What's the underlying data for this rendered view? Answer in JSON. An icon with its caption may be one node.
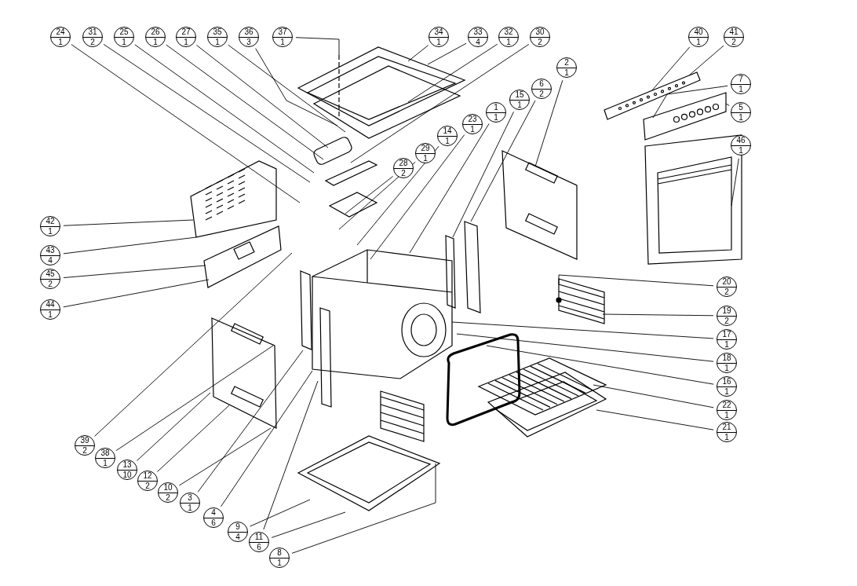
{
  "diagram": {
    "nodes": [
      {
        "text": [
          "24",
          "1"
        ]
      },
      {
        "text": [
          "31",
          "2"
        ]
      },
      {
        "text": [
          "25",
          "1"
        ]
      },
      {
        "text": [
          "26",
          "1"
        ]
      },
      {
        "text": [
          "27",
          "1"
        ]
      },
      {
        "text": [
          "35",
          "1"
        ]
      },
      {
        "text": [
          "36",
          "3"
        ]
      },
      {
        "text": [
          "37",
          "1"
        ]
      },
      {
        "text": [
          "34",
          "1"
        ]
      },
      {
        "text": [
          "33",
          "4"
        ]
      },
      {
        "text": [
          "32",
          "1"
        ]
      },
      {
        "text": [
          "30",
          "2"
        ]
      },
      {
        "text": [
          "40",
          "1"
        ]
      },
      {
        "text": [
          "41",
          "2"
        ]
      },
      {
        "text": [
          "2",
          "1"
        ]
      },
      {
        "text": [
          "7",
          "1"
        ]
      },
      {
        "text": [
          "6",
          "2"
        ]
      },
      {
        "text": [
          "15",
          "1"
        ]
      },
      {
        "text": [
          "1",
          "1"
        ]
      },
      {
        "text": [
          "5",
          "1"
        ]
      },
      {
        "text": [
          "23",
          "1"
        ]
      },
      {
        "text": [
          "14",
          "1"
        ]
      },
      {
        "text": [
          "46",
          "1"
        ]
      },
      {
        "text": [
          "29",
          "1"
        ]
      },
      {
        "text": [
          "28",
          "2"
        ]
      },
      {
        "text": [
          "42",
          "1"
        ]
      },
      {
        "text": [
          "43",
          "4"
        ]
      },
      {
        "text": [
          "45",
          "2"
        ]
      },
      {
        "text": [
          "20",
          "2"
        ]
      },
      {
        "text": [
          "44",
          "1"
        ]
      },
      {
        "text": [
          "19",
          "2"
        ]
      },
      {
        "text": [
          "17",
          "1"
        ]
      },
      {
        "text": [
          "18",
          "1"
        ]
      },
      {
        "text": [
          "16",
          "1"
        ]
      },
      {
        "text": [
          "22",
          "1"
        ]
      },
      {
        "text": [
          "21",
          "1"
        ]
      },
      {
        "text": [
          "39",
          "2"
        ]
      },
      {
        "text": [
          "38",
          "1"
        ]
      },
      {
        "text": [
          "13",
          "10"
        ]
      },
      {
        "text": [
          "12",
          "2"
        ]
      },
      {
        "text": [
          "10",
          "2"
        ]
      },
      {
        "text": [
          "3",
          "1"
        ]
      },
      {
        "text": [
          "4",
          "6"
        ]
      },
      {
        "text": [
          "9",
          "4"
        ]
      },
      {
        "text": [
          "11",
          "6"
        ]
      },
      {
        "text": [
          "8",
          "1"
        ]
      }
    ],
    "edges": [
      {
        "from": 0,
        "to": null,
        "arrow": "none"
      },
      {
        "from": 1,
        "to": null,
        "arrow": "none"
      },
      {
        "from": 2,
        "to": null,
        "arrow": "none"
      },
      {
        "from": 3,
        "to": null,
        "arrow": "none"
      },
      {
        "from": 4,
        "to": null,
        "arrow": "none"
      },
      {
        "from": 5,
        "to": null,
        "arrow": "none"
      },
      {
        "from": 6,
        "to": null,
        "arrow": "none"
      },
      {
        "from": 7,
        "to": null,
        "arrow": "none"
      },
      {
        "from": 8,
        "to": null,
        "arrow": "none"
      },
      {
        "from": 9,
        "to": null,
        "arrow": "none"
      },
      {
        "from": 10,
        "to": null,
        "arrow": "none"
      },
      {
        "from": 11,
        "to": null,
        "arrow": "none"
      },
      {
        "from": 12,
        "to": null,
        "arrow": "none"
      },
      {
        "from": 13,
        "to": null,
        "arrow": "none"
      },
      {
        "from": 14,
        "to": null,
        "arrow": "none"
      },
      {
        "from": 15,
        "to": null,
        "arrow": "none"
      },
      {
        "from": 16,
        "to": null,
        "arrow": "none"
      },
      {
        "from": 17,
        "to": null,
        "arrow": "none"
      },
      {
        "from": 18,
        "to": null,
        "arrow": "none"
      },
      {
        "from": 19,
        "to": null,
        "arrow": "none"
      },
      {
        "from": 20,
        "to": null,
        "arrow": "none"
      },
      {
        "from": 21,
        "to": null,
        "arrow": "none"
      },
      {
        "from": 22,
        "to": null,
        "arrow": "none"
      },
      {
        "from": 23,
        "to": null,
        "arrow": "none"
      },
      {
        "from": 24,
        "to": null,
        "arrow": "none"
      },
      {
        "from": 25,
        "to": null,
        "arrow": "none"
      },
      {
        "from": 26,
        "to": null,
        "arrow": "none"
      },
      {
        "from": 27,
        "to": null,
        "arrow": "none"
      },
      {
        "from": 28,
        "to": null,
        "arrow": "none"
      },
      {
        "from": 29,
        "to": null,
        "arrow": "none"
      },
      {
        "from": 30,
        "to": null,
        "arrow": "none"
      },
      {
        "from": 31,
        "to": null,
        "arrow": "none"
      },
      {
        "from": 32,
        "to": null,
        "arrow": "none"
      },
      {
        "from": 33,
        "to": null,
        "arrow": "none"
      },
      {
        "from": 34,
        "to": null,
        "arrow": "none"
      },
      {
        "from": 35,
        "to": null,
        "arrow": "none"
      },
      {
        "from": 36,
        "to": null,
        "arrow": "none"
      },
      {
        "from": 37,
        "to": null,
        "arrow": "none"
      },
      {
        "from": 38,
        "to": null,
        "arrow": "none"
      },
      {
        "from": 39,
        "to": null,
        "arrow": "none"
      },
      {
        "from": 40,
        "to": null,
        "arrow": "none"
      },
      {
        "from": 41,
        "to": null,
        "arrow": "none"
      },
      {
        "from": 42,
        "to": null,
        "arrow": "none"
      },
      {
        "from": 43,
        "to": null,
        "arrow": "none"
      },
      {
        "from": 44,
        "to": null,
        "arrow": "none"
      },
      {
        "from": 44,
        "to": null,
        "arrow": "none"
      },
      {
        "from": 45,
        "to": null,
        "arrow": "none"
      }
    ]
  }
}
